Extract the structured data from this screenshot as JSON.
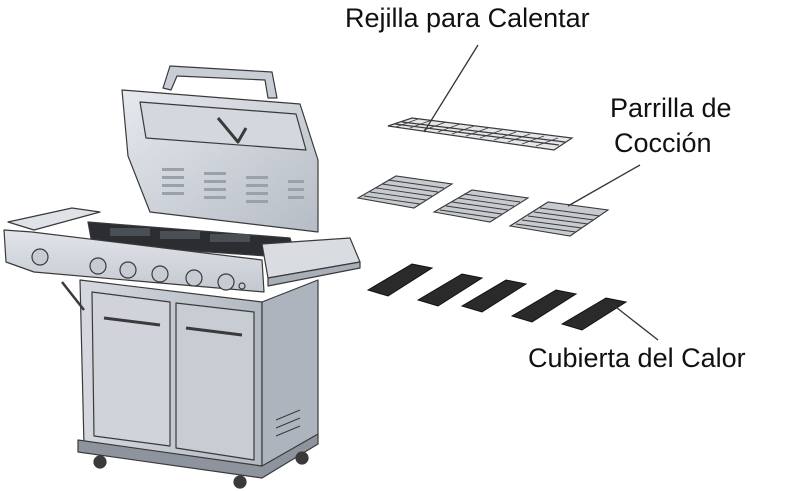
{
  "labels": {
    "warming_rack": "Rejilla para Calentar",
    "cooking_grate_line1": "Parrilla de",
    "cooking_grate_line2": "Cocción",
    "heat_tent": "Cubierta del Calor"
  },
  "colors": {
    "steel_light": "#d9dde3",
    "steel_mid": "#b9bec7",
    "steel_dark": "#8c929c",
    "grate_fill": "#c7cacf",
    "heat_tent": "#2a2a2a",
    "outline": "#3a3a3a",
    "leader_line": "#333333"
  },
  "icons": [
    "grill-body",
    "warming-rack",
    "cooking-grate",
    "heat-tent",
    "control-knob",
    "caster-wheel"
  ]
}
